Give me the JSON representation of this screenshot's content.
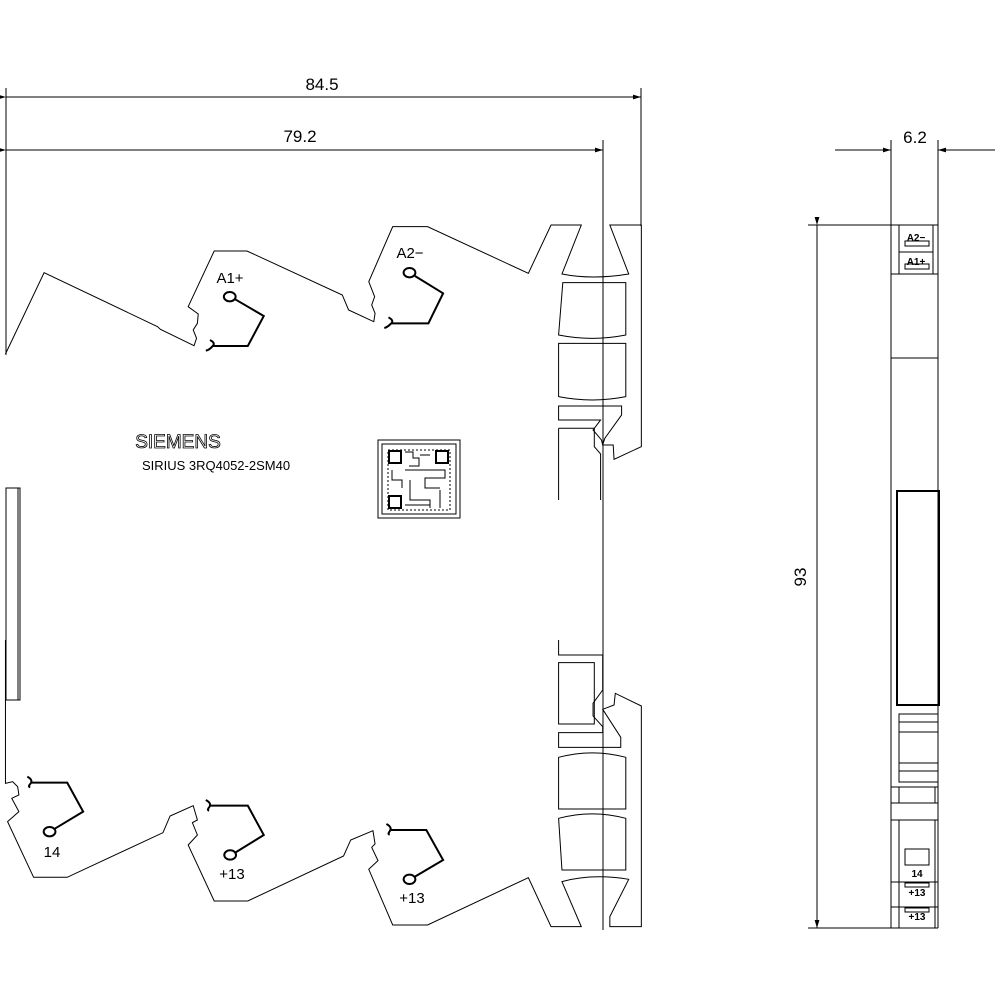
{
  "dimensions": {
    "overall_depth": "84.5",
    "depth": "79.2",
    "width": "6.2",
    "height": "93"
  },
  "front_view": {
    "brand": "SIEMENS",
    "model": "SIRIUS 3RQ4052-2SM40",
    "terminals_top": [
      "A1+",
      "A2−"
    ],
    "terminals_bottom": [
      "14",
      "+13",
      "+13"
    ],
    "qr_code": "qr-code-icon"
  },
  "side_view": {
    "labels": [
      "A2−",
      "A1+",
      "14",
      "+13",
      "+13"
    ]
  }
}
